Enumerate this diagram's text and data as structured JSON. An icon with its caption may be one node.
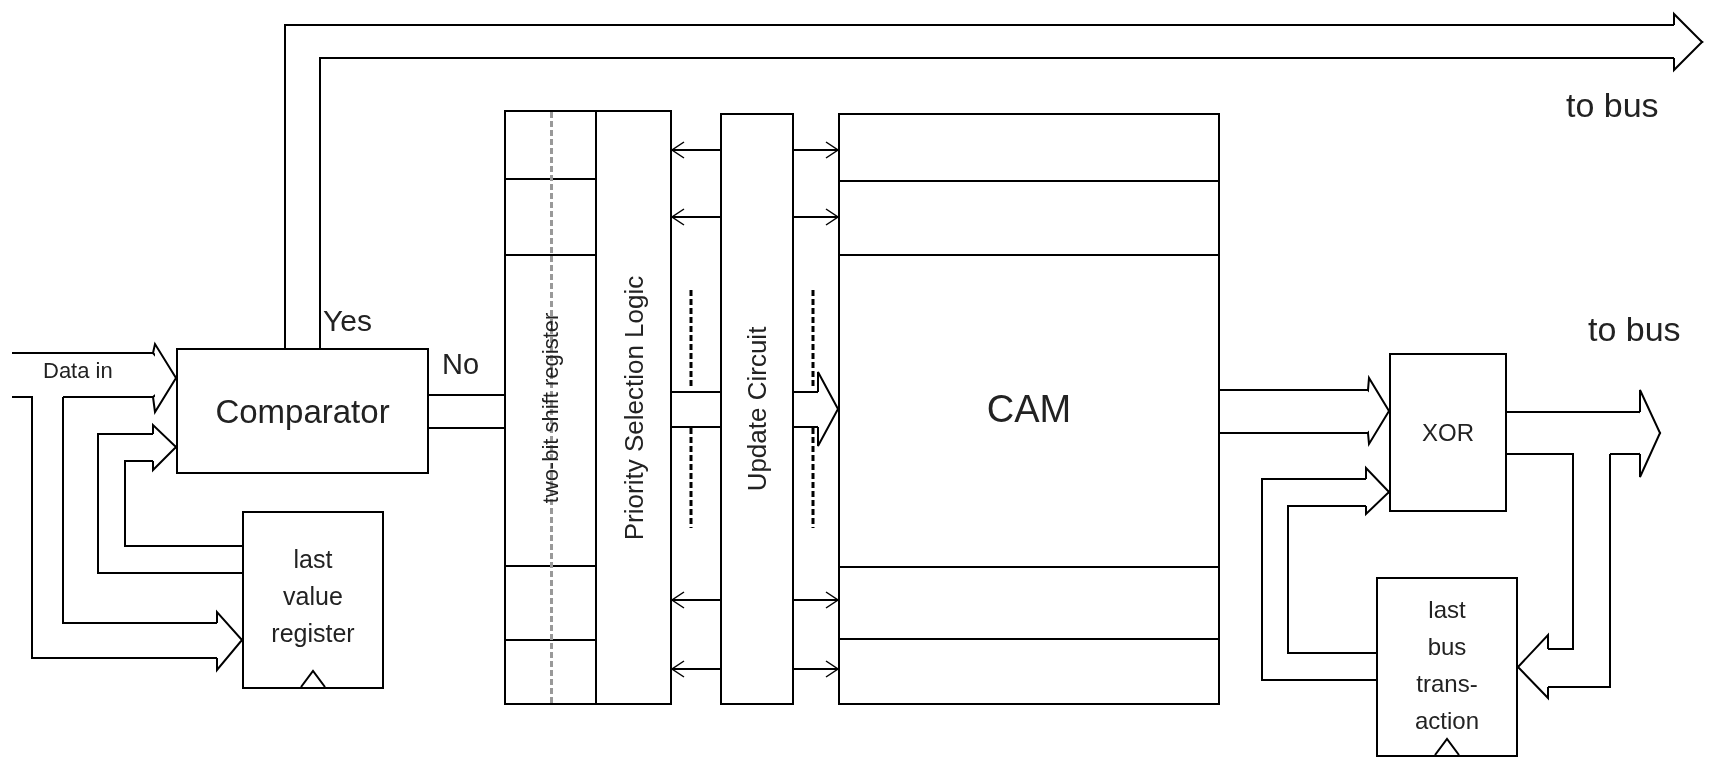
{
  "diagram": {
    "nodes": [
      {
        "text": [
          "Comparator"
        ]
      },
      {
        "text": [
          "last value register"
        ]
      },
      {
        "text": [
          "two-bit shift register"
        ]
      },
      {
        "text": [
          "Priority Selection Logic"
        ]
      },
      {
        "text": [
          "Update Circuit"
        ]
      },
      {
        "text": [
          "CAM"
        ]
      },
      {
        "text": [
          "XOR"
        ]
      },
      {
        "text": [
          "last bus trans- action"
        ]
      }
    ],
    "edges": [
      {
        "from": null,
        "to": 0,
        "arrow": "to",
        "label": "Data in"
      },
      {
        "from": null,
        "to": 1,
        "arrow": "to"
      },
      {
        "from": 1,
        "to": 0,
        "arrow": "to"
      },
      {
        "from": 0,
        "to": null,
        "arrow": "to",
        "label": "Yes"
      },
      {
        "from": 0,
        "to": 2,
        "arrow": "none",
        "label": "No"
      },
      {
        "from": 4,
        "to": 3,
        "arrow": "to"
      },
      {
        "from": 4,
        "to": 3,
        "arrow": "to"
      },
      {
        "from": 4,
        "to": 3,
        "arrow": "to"
      },
      {
        "from": 4,
        "to": 3,
        "arrow": "to"
      },
      {
        "from": 4,
        "to": 5,
        "arrow": "to"
      },
      {
        "from": 4,
        "to": 5,
        "arrow": "to"
      },
      {
        "from": 4,
        "to": 5,
        "arrow": "to"
      },
      {
        "from": 4,
        "to": 5,
        "arrow": "to"
      },
      {
        "from": 3,
        "to": 4,
        "arrow": "none"
      },
      {
        "from": 4,
        "to": 5,
        "arrow": "to"
      },
      {
        "from": 5,
        "to": 6,
        "arrow": "to"
      },
      {
        "from": 6,
        "to": null,
        "arrow": "to"
      },
      {
        "from": 6,
        "to": 7,
        "arrow": "to"
      },
      {
        "from": 7,
        "to": 6,
        "arrow": "to"
      }
    ],
    "labels": [
      "to bus",
      "to bus"
    ]
  }
}
